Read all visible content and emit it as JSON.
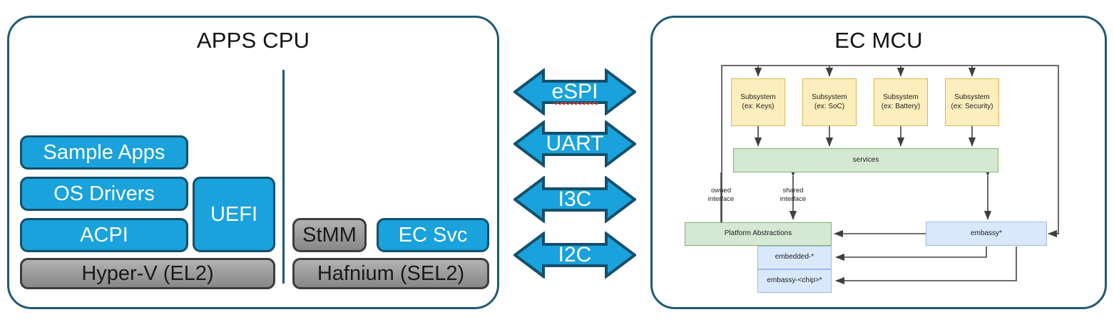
{
  "panels": {
    "apps_cpu": {
      "title": "APPS CPU",
      "left_stack": [
        {
          "label": "Sample Apps",
          "style": "blue"
        },
        {
          "label": "OS Drivers",
          "style": "blue"
        },
        {
          "label": "ACPI",
          "style": "blue"
        },
        {
          "label": "Hyper-V (EL2)",
          "style": "gray"
        }
      ],
      "uefi": {
        "label": "UEFI",
        "style": "blue"
      },
      "right_stack": [
        {
          "label": "StMM",
          "style": "gray"
        },
        {
          "label": "EC Svc",
          "style": "blue"
        },
        {
          "label": "Hafnium (SEL2)",
          "style": "gray"
        }
      ]
    },
    "ec_mcu": {
      "title": "EC MCU",
      "subsystems": [
        {
          "line1": "Subsystem",
          "line2": "(ex: Keys)"
        },
        {
          "line1": "Subsystem",
          "line2": "(ex: SoC)"
        },
        {
          "line1": "Subsystem",
          "line2": "(ex: Battery)"
        },
        {
          "line1": "Subsystem",
          "line2": "(ex: Security)"
        }
      ],
      "services": {
        "label": "services"
      },
      "platform_abstractions": {
        "label": "Platform Abstractions"
      },
      "embedded": {
        "label": "embedded-*"
      },
      "embassy_chip": {
        "label": "embassy-<chip>*"
      },
      "embassy": {
        "label": "embassy*"
      },
      "edge_labels": [
        {
          "line1": "owned",
          "line2": "interface"
        },
        {
          "line1": "shared",
          "line2": "interface"
        }
      ]
    }
  },
  "buses": [
    {
      "label": "eSPI",
      "spellcheck_flag": true
    },
    {
      "label": "UART",
      "spellcheck_flag": false
    },
    {
      "label": "I3C",
      "spellcheck_flag": false
    },
    {
      "label": "I2C",
      "spellcheck_flag": false
    }
  ],
  "colors": {
    "panel_border": "#1f5a76",
    "accent_blue": "#19a2dc",
    "block_gray": "#9d9d9d",
    "subsystem_yellow": "#fdeebd",
    "services_green": "#d5e8d4",
    "embassy_blue": "#dae8fc",
    "spellcheck_red": "#e23b2e"
  }
}
